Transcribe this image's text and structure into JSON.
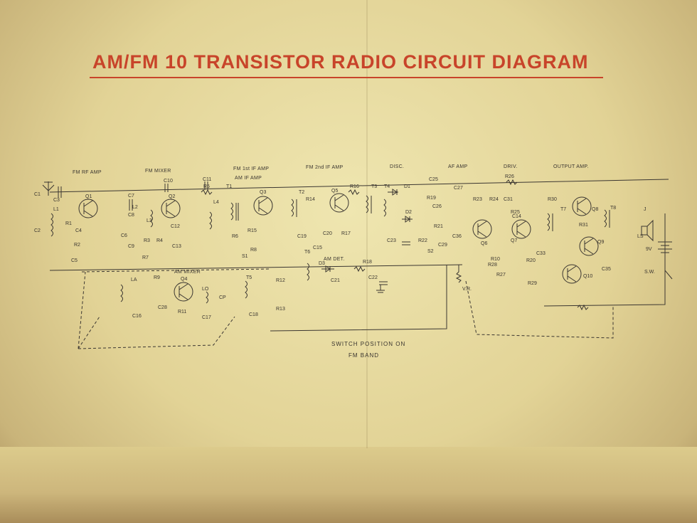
{
  "title": "AM/FM 10 TRANSISTOR RADIO CIRCUIT DIAGRAM",
  "sections": [
    "FM RF AMP",
    "FM MIXER",
    "FM 1st IF AMP",
    "AM IF AMP",
    "FM 2nd IF AMP",
    "DISC.",
    "AF AMP",
    "DRIV.",
    "OUTPUT AMP.",
    "AM MIXER",
    "AM DET."
  ],
  "note": [
    "SWITCH POSITION ON",
    "FM BAND"
  ],
  "labels": {
    "transistors": [
      "Q1",
      "Q2",
      "Q3",
      "Q4",
      "Q5",
      "Q6",
      "Q7",
      "Q8",
      "Q9",
      "Q10"
    ],
    "resistors": [
      "R1",
      "R2",
      "R3",
      "R4",
      "R5",
      "R6",
      "R7",
      "R8",
      "R9",
      "R10",
      "R11",
      "R12",
      "R13",
      "R14",
      "R15",
      "R16",
      "R17",
      "R18",
      "R19",
      "R20",
      "R21",
      "R22",
      "R23",
      "R24",
      "R25",
      "R26",
      "R27",
      "R28",
      "R29",
      "R30",
      "R31"
    ],
    "capacitors": [
      "C1",
      "C2",
      "C3",
      "C4",
      "C5",
      "C6",
      "C7",
      "C8",
      "C9",
      "C10",
      "C11",
      "C12",
      "C13",
      "C14",
      "C15",
      "C16",
      "C17",
      "C18",
      "C19",
      "C20",
      "C21",
      "C22",
      "C23",
      "C25",
      "C26",
      "C27",
      "C28",
      "C29",
      "C31",
      "C33",
      "C35",
      "C36",
      "CP"
    ],
    "other": [
      "L1",
      "L2",
      "L3",
      "L4",
      "LA",
      "LO",
      "T1",
      "T2",
      "T3",
      "T4",
      "T5",
      "T6",
      "T7",
      "T8",
      "D1",
      "D2",
      "D3",
      "S1",
      "S2",
      "J",
      "LS",
      "9V",
      "S.W.",
      "V.R."
    ]
  }
}
